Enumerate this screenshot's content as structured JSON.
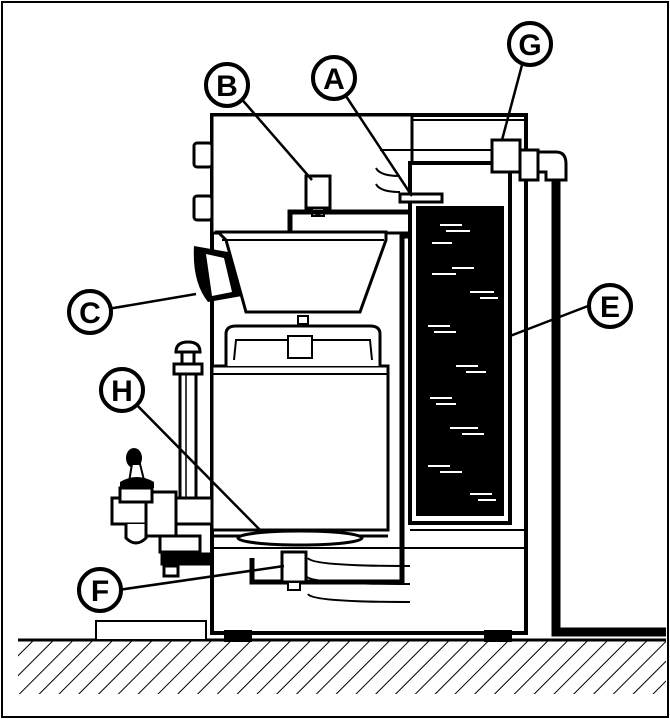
{
  "diagram": {
    "colors": {
      "ink": "#000000",
      "paper": "#ffffff",
      "reservoir": "#000000",
      "hatch": "#000000"
    },
    "callouts": [
      {
        "id": "A",
        "label": "A",
        "target": "sprayhead-fitting"
      },
      {
        "id": "B",
        "label": "B",
        "target": "dispense-valve"
      },
      {
        "id": "C",
        "label": "C",
        "target": "brew-funnel-handle"
      },
      {
        "id": "E",
        "label": "E",
        "target": "water-tank"
      },
      {
        "id": "F",
        "label": "F",
        "target": "inlet-solenoid-valve"
      },
      {
        "id": "G",
        "label": "G",
        "target": "tank-fill-fitting"
      },
      {
        "id": "H",
        "label": "H",
        "target": "warmer-element"
      }
    ]
  }
}
